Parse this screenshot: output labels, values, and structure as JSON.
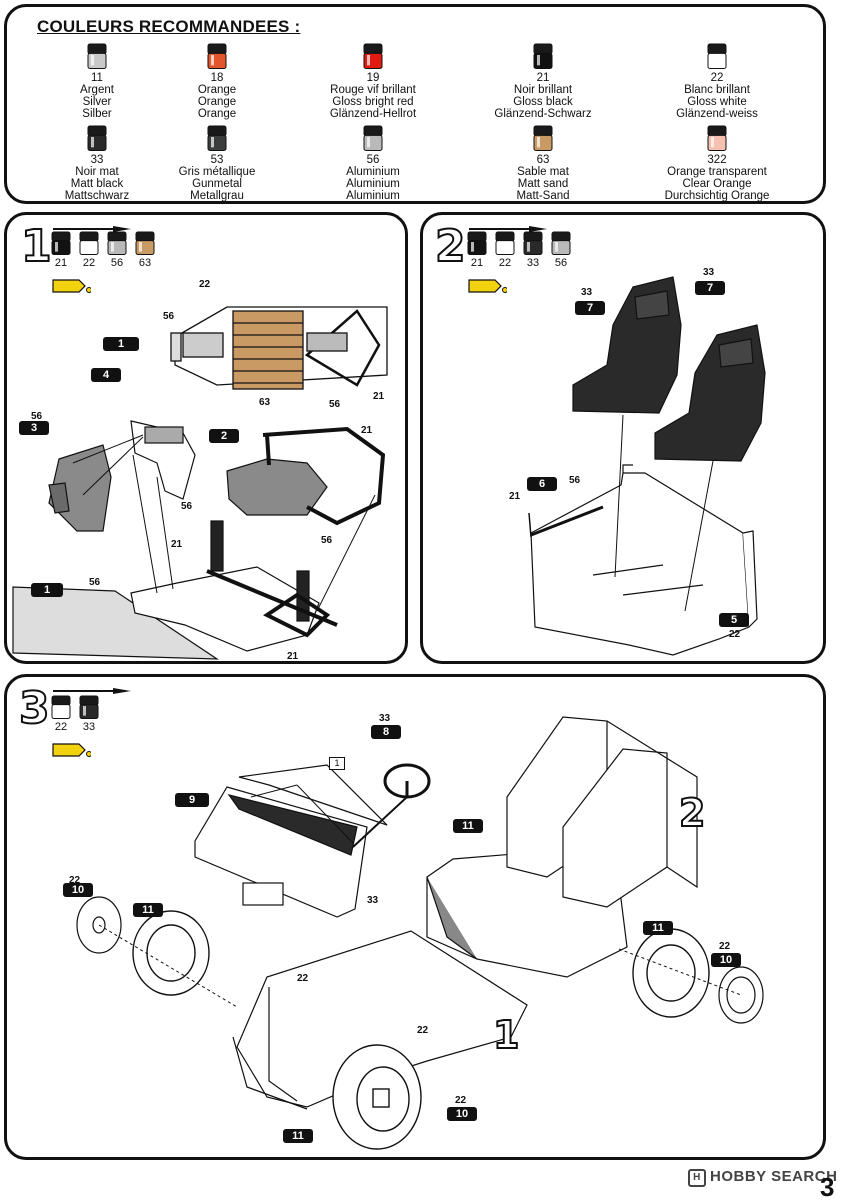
{
  "colors_panel": {
    "title": "COULEURS RECOMMANDEES :",
    "paints": [
      {
        "code": "11",
        "fr": "Argent",
        "en": "Silver",
        "de": "Silber",
        "color": "#c9c9c9"
      },
      {
        "code": "18",
        "fr": "Orange",
        "en": "Orange",
        "de": "Orange",
        "color": "#e2552d"
      },
      {
        "code": "19",
        "fr": "Rouge vif brillant",
        "en": "Gloss bright red",
        "de": "Glänzend-Hellrot",
        "color": "#e01b12"
      },
      {
        "code": "21",
        "fr": "Noir brillant",
        "en": "Gloss black",
        "de": "Glänzend-Schwarz",
        "color": "#111111"
      },
      {
        "code": "22",
        "fr": "Blanc brillant",
        "en": "Gloss white",
        "de": "Glänzend-weiss",
        "color": "#ffffff"
      },
      {
        "code": "33",
        "fr": "Noir mat",
        "en": "Matt black",
        "de": "Mattschwarz",
        "color": "#2a2a2a"
      },
      {
        "code": "53",
        "fr": "Gris métallique",
        "en": "Gunmetal",
        "de": "Metallgrau",
        "color": "#3b3d3c"
      },
      {
        "code": "56",
        "fr": "Aluminium",
        "en": "Aluminium",
        "de": "Aluminium",
        "color": "#b9b9b9"
      },
      {
        "code": "63",
        "fr": "Sable mat",
        "en": "Matt sand",
        "de": "Matt-Sand",
        "color": "#c99a63"
      },
      {
        "code": "322",
        "fr": "Orange transparent",
        "en": "Clear Orange",
        "de": "Durchsichtig Orange",
        "color": "#f6c0b0"
      }
    ]
  },
  "step1": {
    "number": "1",
    "paints": [
      "21",
      "22",
      "56",
      "63"
    ],
    "labels": {
      "chassis_top": "22",
      "p56_a": "56",
      "p63": "63",
      "p56_b": "56",
      "p21_a": "21",
      "p56_c": "56",
      "p56_d": "56",
      "p21_b": "21",
      "p56_e": "56",
      "p21_c": "21",
      "p56_f": "56",
      "p21_d": "21"
    },
    "badges": {
      "b1": "1",
      "b4": "4",
      "b3": "3",
      "b2": "2",
      "b1b": "1"
    }
  },
  "step2": {
    "number": "2",
    "paints": [
      "21",
      "22",
      "33",
      "56"
    ],
    "labels": {
      "seatL": "33",
      "seatR": "33",
      "p21": "21",
      "p56": "56",
      "p22": "22"
    },
    "badges": {
      "b7a": "7",
      "b7b": "7",
      "b6": "6",
      "b5": "5"
    }
  },
  "step3": {
    "number": "3",
    "paints": [
      "22",
      "33"
    ],
    "labels": {
      "wheel33": "33",
      "dash33": "33",
      "wheelL22": "22",
      "wheelR22": "22",
      "front22a": "22",
      "front22b": "22",
      "rear22": "22",
      "boxref": "1",
      "big2": "2",
      "big1": "1"
    },
    "badges": {
      "b8": "8",
      "b9": "9",
      "b11a": "11",
      "b11b": "11",
      "b10a": "10",
      "b11c": "11",
      "b10b": "10",
      "b11d": "11",
      "b10c": "10"
    }
  },
  "footer": {
    "logo": "HOBBY SEARCH",
    "logo_mark": "H",
    "page": "3"
  }
}
